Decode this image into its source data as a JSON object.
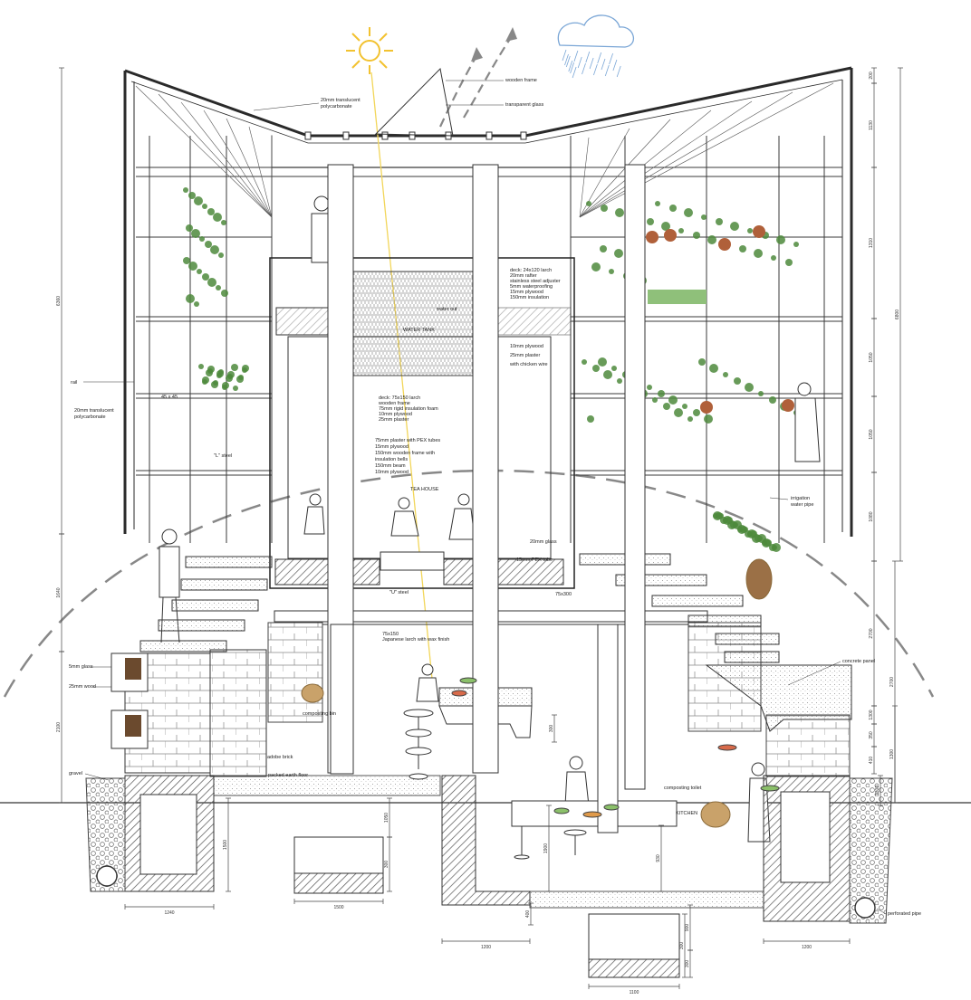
{
  "colors": {
    "line": "#2a2a2a",
    "plant": "#4e8a3c",
    "plant_light": "#8fc07a",
    "sun": "#f2c230",
    "rain": "#7aa6d6",
    "hatch": "#555555",
    "ground": "#9a9a9a"
  },
  "icons": {
    "sun": "sun-icon",
    "cloud": "rain-cloud-icon",
    "arrows": "airflow-arrow-icon"
  },
  "roof_notes": [
    "20mm translucent",
    "polycarbonate",
    "wooden frame",
    "transparent glass"
  ],
  "deck_notes": [
    "deck: 24x120 larch",
    "20mm rafter",
    "stainless steel adjuster",
    "5mm waterproofing",
    "15mm plywood",
    "150mm insulation"
  ],
  "water": {
    "out": "water out",
    "tank": "WATER TANK"
  },
  "wall_notes_right": [
    "10mm plywood",
    "25mm plaster",
    "with chicken wire"
  ],
  "left_notes": [
    "rail",
    "45 x 45",
    "20mm translucent",
    "polycarbonate",
    "\"L\" steel"
  ],
  "floor_notes": [
    "deck: 75x150 larch",
    "wooden frame",
    "75mm rigid insulation foam",
    "10mm plywood",
    "25mm plaster"
  ],
  "tea_notes": [
    "75mm plaster with PEX tubes",
    "15mm plywood",
    "150mm wooden frame with",
    "insulation bells",
    "150mm beam",
    "10mm plywood"
  ],
  "tea_house": "TEA HOUSE",
  "irrigation": [
    "irrigation",
    "water pipe"
  ],
  "mid_notes": [
    "20mm glass",
    "15mm PEX tube",
    "\"U\" steel",
    "75x300",
    "75x150",
    "Japanese larch with wax finish"
  ],
  "lower_left": [
    "5mm glass",
    "25mm wood",
    "composting bin",
    "adobe brick",
    "gravel",
    "packed earth floor"
  ],
  "lower_right": [
    "concrete panel",
    "composting toilet",
    "KITCHEN",
    "perforated pipe"
  ],
  "dims_left": [
    "6360",
    "1640",
    "2100"
  ],
  "dims_right": [
    "200",
    "1130",
    "1310",
    "1050",
    "1050",
    "1080",
    "2700",
    "1300",
    "350",
    "410",
    "6800"
  ],
  "dims_bottom": [
    "1240",
    "1500",
    "1200",
    "1200",
    "1100",
    "1500",
    "300",
    "300",
    "930",
    "900",
    "1300",
    "1900",
    "1050",
    "300",
    "400",
    "300"
  ]
}
